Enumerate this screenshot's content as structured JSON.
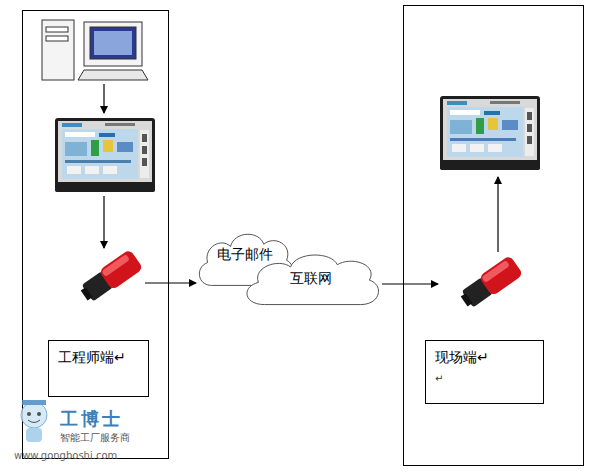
{
  "diagram": {
    "nodes": [
      {
        "text": [
          "工程师端↵"
        ]
      },
      {
        "text": [
          "现场端↵",
          "↵"
        ]
      },
      {
        "text": [
          "电子邮件"
        ]
      },
      {
        "text": [
          "互联网"
        ]
      }
    ],
    "labels": [
      "工博士",
      "智能工厂服务商",
      "www.gongboshi.com"
    ]
  }
}
